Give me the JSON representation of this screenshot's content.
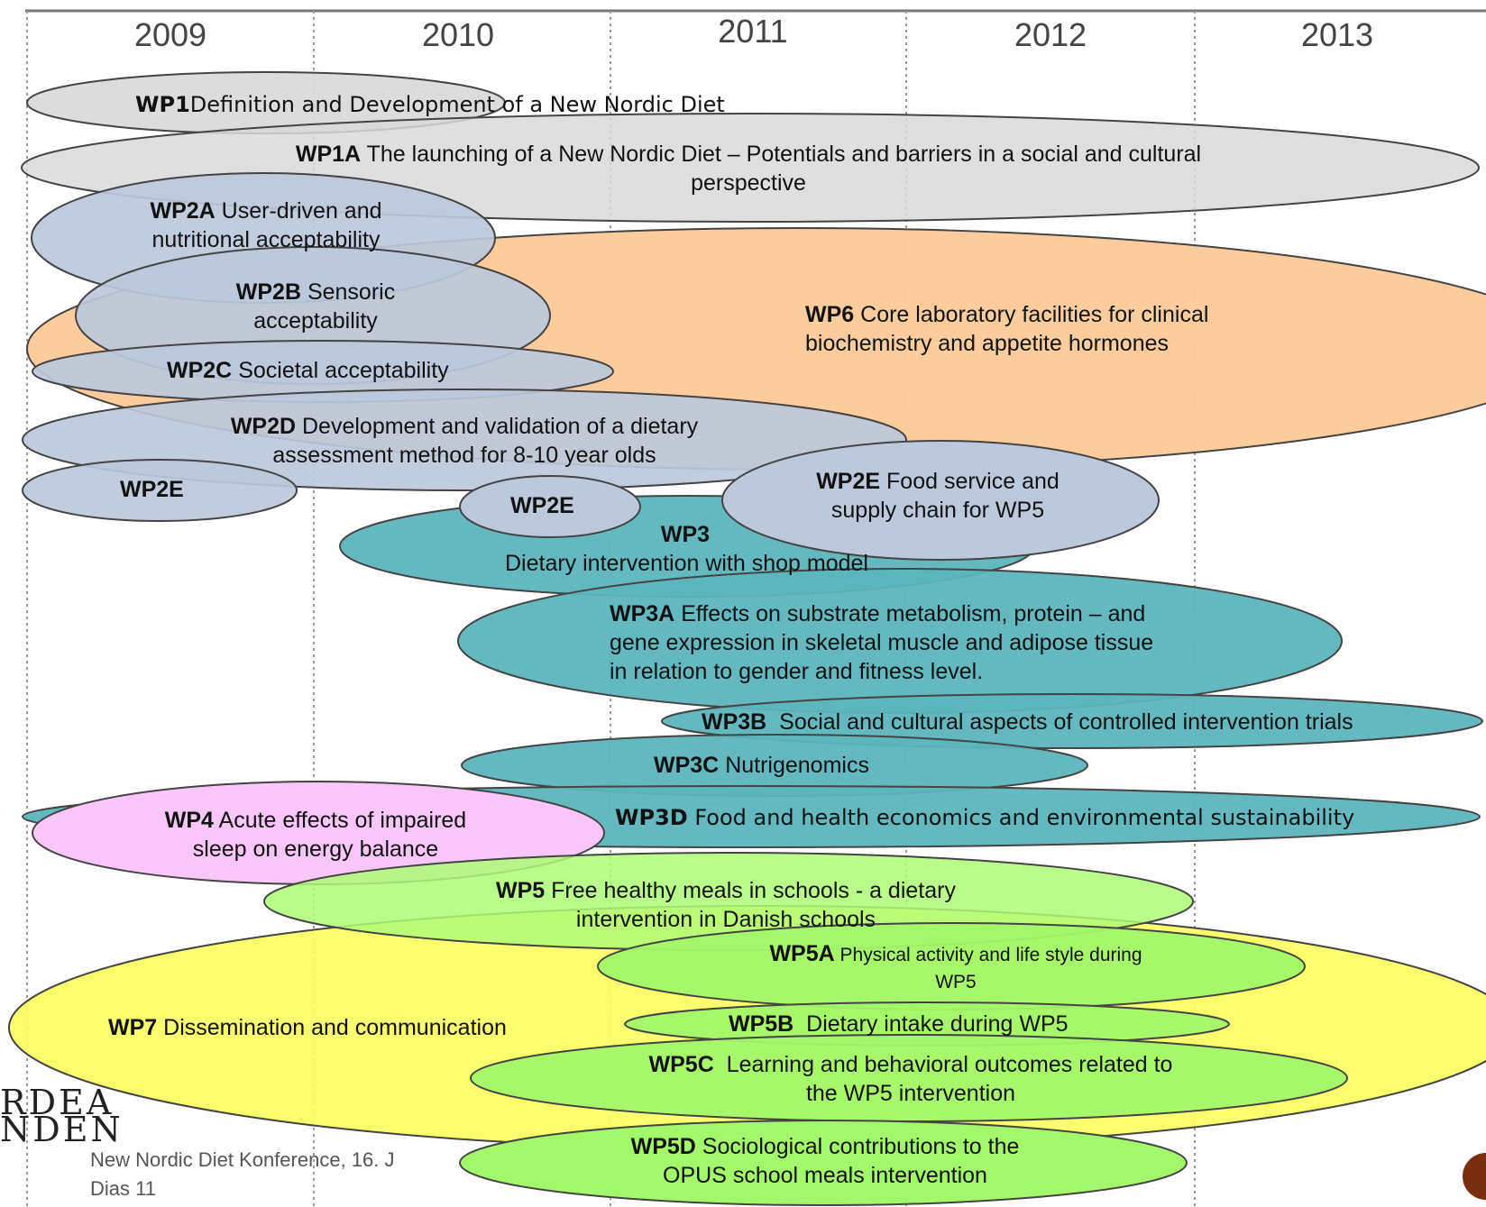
{
  "years": [
    "2009",
    "2010",
    "2011",
    "2012",
    "2013"
  ],
  "workpackages": {
    "wp1": {
      "code": "WP1",
      "text": "Definition and Development of a New Nordic Diet"
    },
    "wp1a": {
      "code": "WP1A",
      "text": "The launching of a New Nordic Diet – Potentials and barriers in a social and cultural",
      "text2": "perspective"
    },
    "wp2a": {
      "code": "WP2A",
      "text": "User-driven and",
      "text2": "nutritional acceptability"
    },
    "wp2b": {
      "code": "WP2B",
      "text": "Sensoric",
      "text2": "acceptability"
    },
    "wp2c": {
      "code": "WP2C",
      "text": "Societal acceptability"
    },
    "wp6": {
      "code": "WP6",
      "text": "Core laboratory facilities for clinical",
      "text2": "biochemistry and appetite hormones"
    },
    "wp2d": {
      "code": "WP2D",
      "text": "Development and validation of a dietary",
      "text2": "assessment method for 8-10 year olds"
    },
    "wp2e1": {
      "code": "WP2E"
    },
    "wp2e2": {
      "code": "WP2E"
    },
    "wp2e3": {
      "code": "WP2E",
      "text": "Food service and",
      "text2": "supply chain for WP5"
    },
    "wp3": {
      "code": "WP3",
      "text": "Dietary intervention with shop model"
    },
    "wp3a": {
      "code": "WP3A",
      "text": "Effects on substrate metabolism, protein – and",
      "text2": "gene expression in skeletal muscle and adipose tissue",
      "text3": "in relation to gender and fitness level."
    },
    "wp3b": {
      "code": "WP3B",
      "text": "Social and cultural aspects of controlled intervention trials"
    },
    "wp3c": {
      "code": "WP3C",
      "text": "Nutrigenomics"
    },
    "wp3d": {
      "code": "WP3D",
      "text": "Food and health economics and environmental sustainability"
    },
    "wp4": {
      "code": "WP4",
      "text": "Acute effects of impaired",
      "text2": "sleep on energy balance"
    },
    "wp5": {
      "code": "WP5",
      "text": "Free healthy meals in schools - a dietary",
      "text2": "intervention in Danish schools"
    },
    "wp5a": {
      "code": "WP5A",
      "text": "Physical activity and life style during",
      "text2": "WP5"
    },
    "wp5b": {
      "code": "WP5B",
      "text": "Dietary intake during WP5"
    },
    "wp5c": {
      "code": "WP5C",
      "text": "Learning and behavioral outcomes related to",
      "text2": "the WP5 intervention"
    },
    "wp5d": {
      "code": "WP5D",
      "text": "Sociological contributions to the",
      "text2": "OPUS school meals intervention"
    },
    "wp7": {
      "code": "WP7",
      "text": "Dissemination and communication"
    }
  },
  "footer": {
    "logo_line1": "RDEA",
    "logo_line2": "NDEN",
    "line1": "New Nordic Diet Konference, 16. J",
    "line2": "Dias 11"
  },
  "colors": {
    "grey": "#d9d9d9",
    "blue_grey": "#bcc9dc",
    "orange": "#fdc997",
    "teal": "#5cb5bd",
    "pink": "#f9c6f9",
    "light_green": "#aefb77",
    "green": "#a2f76a",
    "yellow": "#fcfd62"
  }
}
